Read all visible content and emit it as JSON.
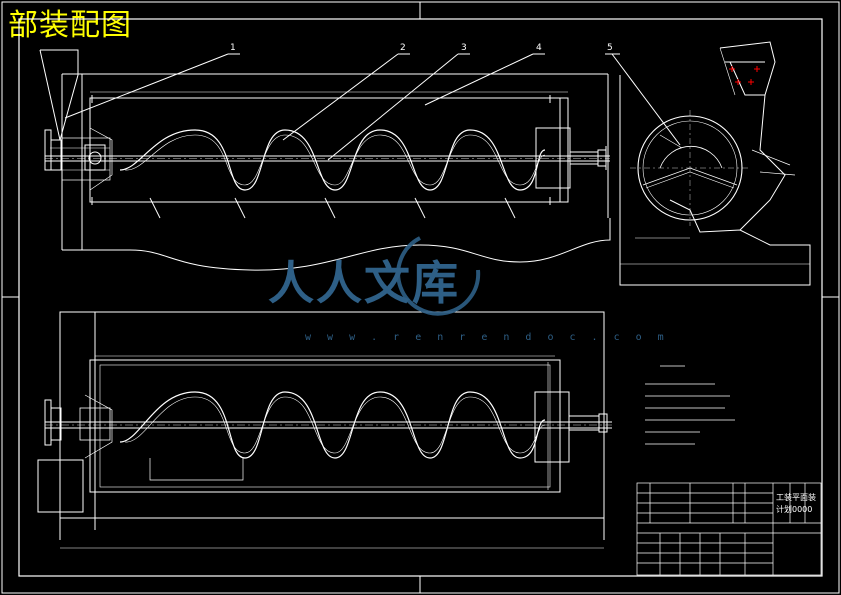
{
  "title": "部装配图",
  "balloons": [
    "1",
    "2",
    "3",
    "4",
    "5"
  ],
  "watermark": {
    "text": "人人文库",
    "url": "w w w . r e n r e n d o c . c o m"
  },
  "title_block": {
    "name_line1": "工装平面装",
    "name_line2": "计划0000"
  },
  "colors": {
    "background": "#000000",
    "lines": "#ffffff",
    "title": "#ffff00",
    "marks": "#ff0000",
    "watermark": "#2e5f86"
  }
}
